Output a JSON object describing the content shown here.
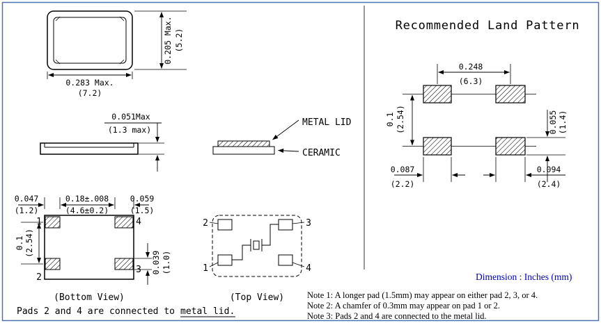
{
  "colors": {
    "frame_border": "#4a73ad",
    "drawing_line": "#000000",
    "dimension_note_blue": "#0000a8"
  },
  "outline_view": {
    "width": "0.283 Max.",
    "width_mm": "(7.2)",
    "height": "0.205 Max.",
    "height_mm": "(5.2)"
  },
  "side_view": {
    "thickness": "0.051Max",
    "thickness_mm": "(1.3 max)",
    "metal_lid": "METAL LID",
    "ceramic": "CERAMIC"
  },
  "bottom_view": {
    "label": "(Bottom View)",
    "pad_left_w": "0.047",
    "pad_left_w_mm": "(1.2)",
    "pad_span": "0.18±.008",
    "pad_span_mm": "(4.6±0.2)",
    "pad_right_w": "0.059",
    "pad_right_w_mm": "(1.5)",
    "pitch": "0.1",
    "pitch_mm": "(2.54)",
    "pad_h": "0.039",
    "pad_h_mm": "(1.0)",
    "pads": {
      "p1": "1",
      "p2": "2",
      "p3": "3",
      "p4": "4"
    }
  },
  "top_view": {
    "label": "(Top View)",
    "pads": {
      "p1": "1",
      "p2": "2",
      "p3": "3",
      "p4": "4"
    }
  },
  "land_pattern": {
    "title": "Recommended Land Pattern",
    "span": "0.248",
    "span_mm": "(6.3)",
    "pitch": "0.1",
    "pitch_mm": "(2.54)",
    "pad_h": "0.055",
    "pad_h_mm": "(1.4)",
    "pad_w_left": "0.087",
    "pad_w_left_mm": "(2.2)",
    "pad_w_right": "0.094",
    "pad_w_right_mm": "(2.4)"
  },
  "footer": {
    "dimension_unit": "Dimension : Inches (mm)",
    "notes": [
      "Note 1: A longer pad (1.5mm) may appear on either pad 2, 3, or 4.",
      "Note 2: A chamfer of 0.3mm may appear on pad 1 or 2.",
      "Note 3: Pads 2 and 4 are connected to the metal lid."
    ],
    "pads_note_prefix": "Pads 2 and 4 are connected to ",
    "pads_note_underlined": "metal lid."
  }
}
